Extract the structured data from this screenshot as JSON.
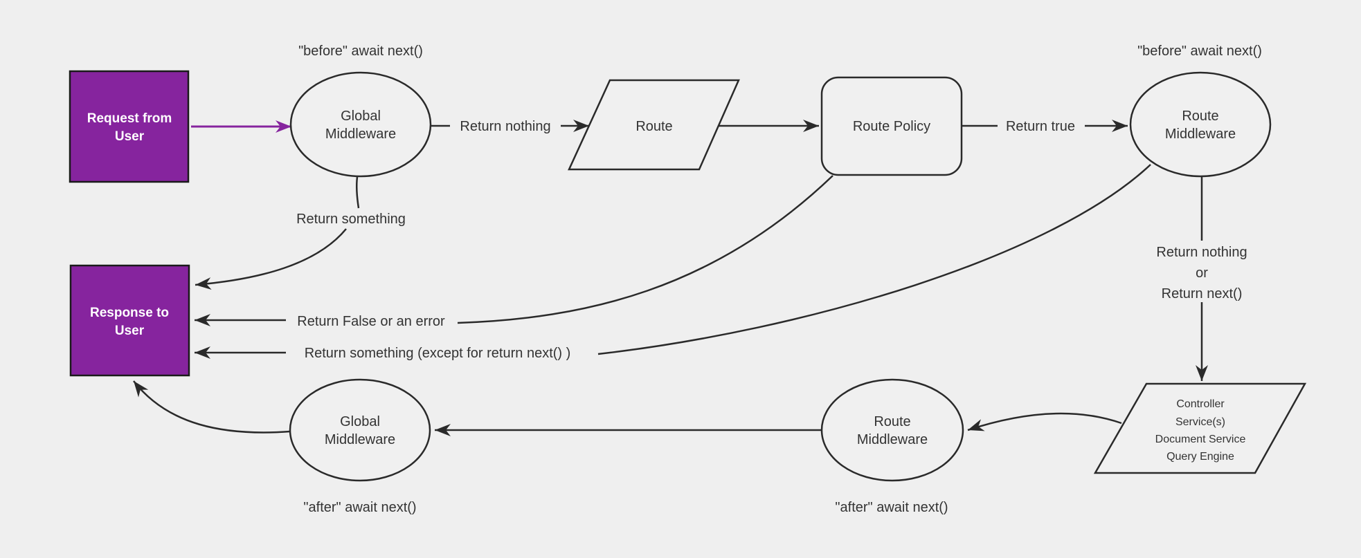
{
  "colors": {
    "background": "#efefef",
    "node_fill": "#f0f0f0",
    "edge_stroke": "#2a2a2a",
    "purple_fill": "#86249e",
    "box_border": "#1a1a1a",
    "label_text": "#333333",
    "box_text": "#ffffff"
  },
  "nodes": {
    "request": {
      "line1": "Request from",
      "line2": "User"
    },
    "global_middleware_top": {
      "line1": "Global",
      "line2": "Middleware"
    },
    "route": {
      "label": "Route"
    },
    "route_policy": {
      "label": "Route Policy"
    },
    "route_middleware_top": {
      "line1": "Route",
      "line2": "Middleware"
    },
    "controller_services": {
      "line1": "Controller",
      "line2": "Service(s)",
      "line3": "Document Service",
      "line4": "Query Engine"
    },
    "route_middleware_bottom": {
      "line1": "Route",
      "line2": "Middleware"
    },
    "global_middleware_bottom": {
      "line1": "Global",
      "line2": "Middleware"
    },
    "response": {
      "line1": "Response to",
      "line2": "User"
    }
  },
  "edge_labels": {
    "before_global": "\"before\" await next()",
    "before_route": "\"before\" await next()",
    "return_nothing": "Return nothing",
    "return_true": "Return true",
    "return_something": "Return something",
    "return_false_or_error": "Return False or an error",
    "return_something_except": "Return something (except for return next() )",
    "return_nothing_or_line1": "Return nothing",
    "return_nothing_or_line2": "or",
    "return_nothing_or_line3": "Return next()",
    "after_global": "\"after\" await next()",
    "after_route": "\"after\" await next()"
  }
}
